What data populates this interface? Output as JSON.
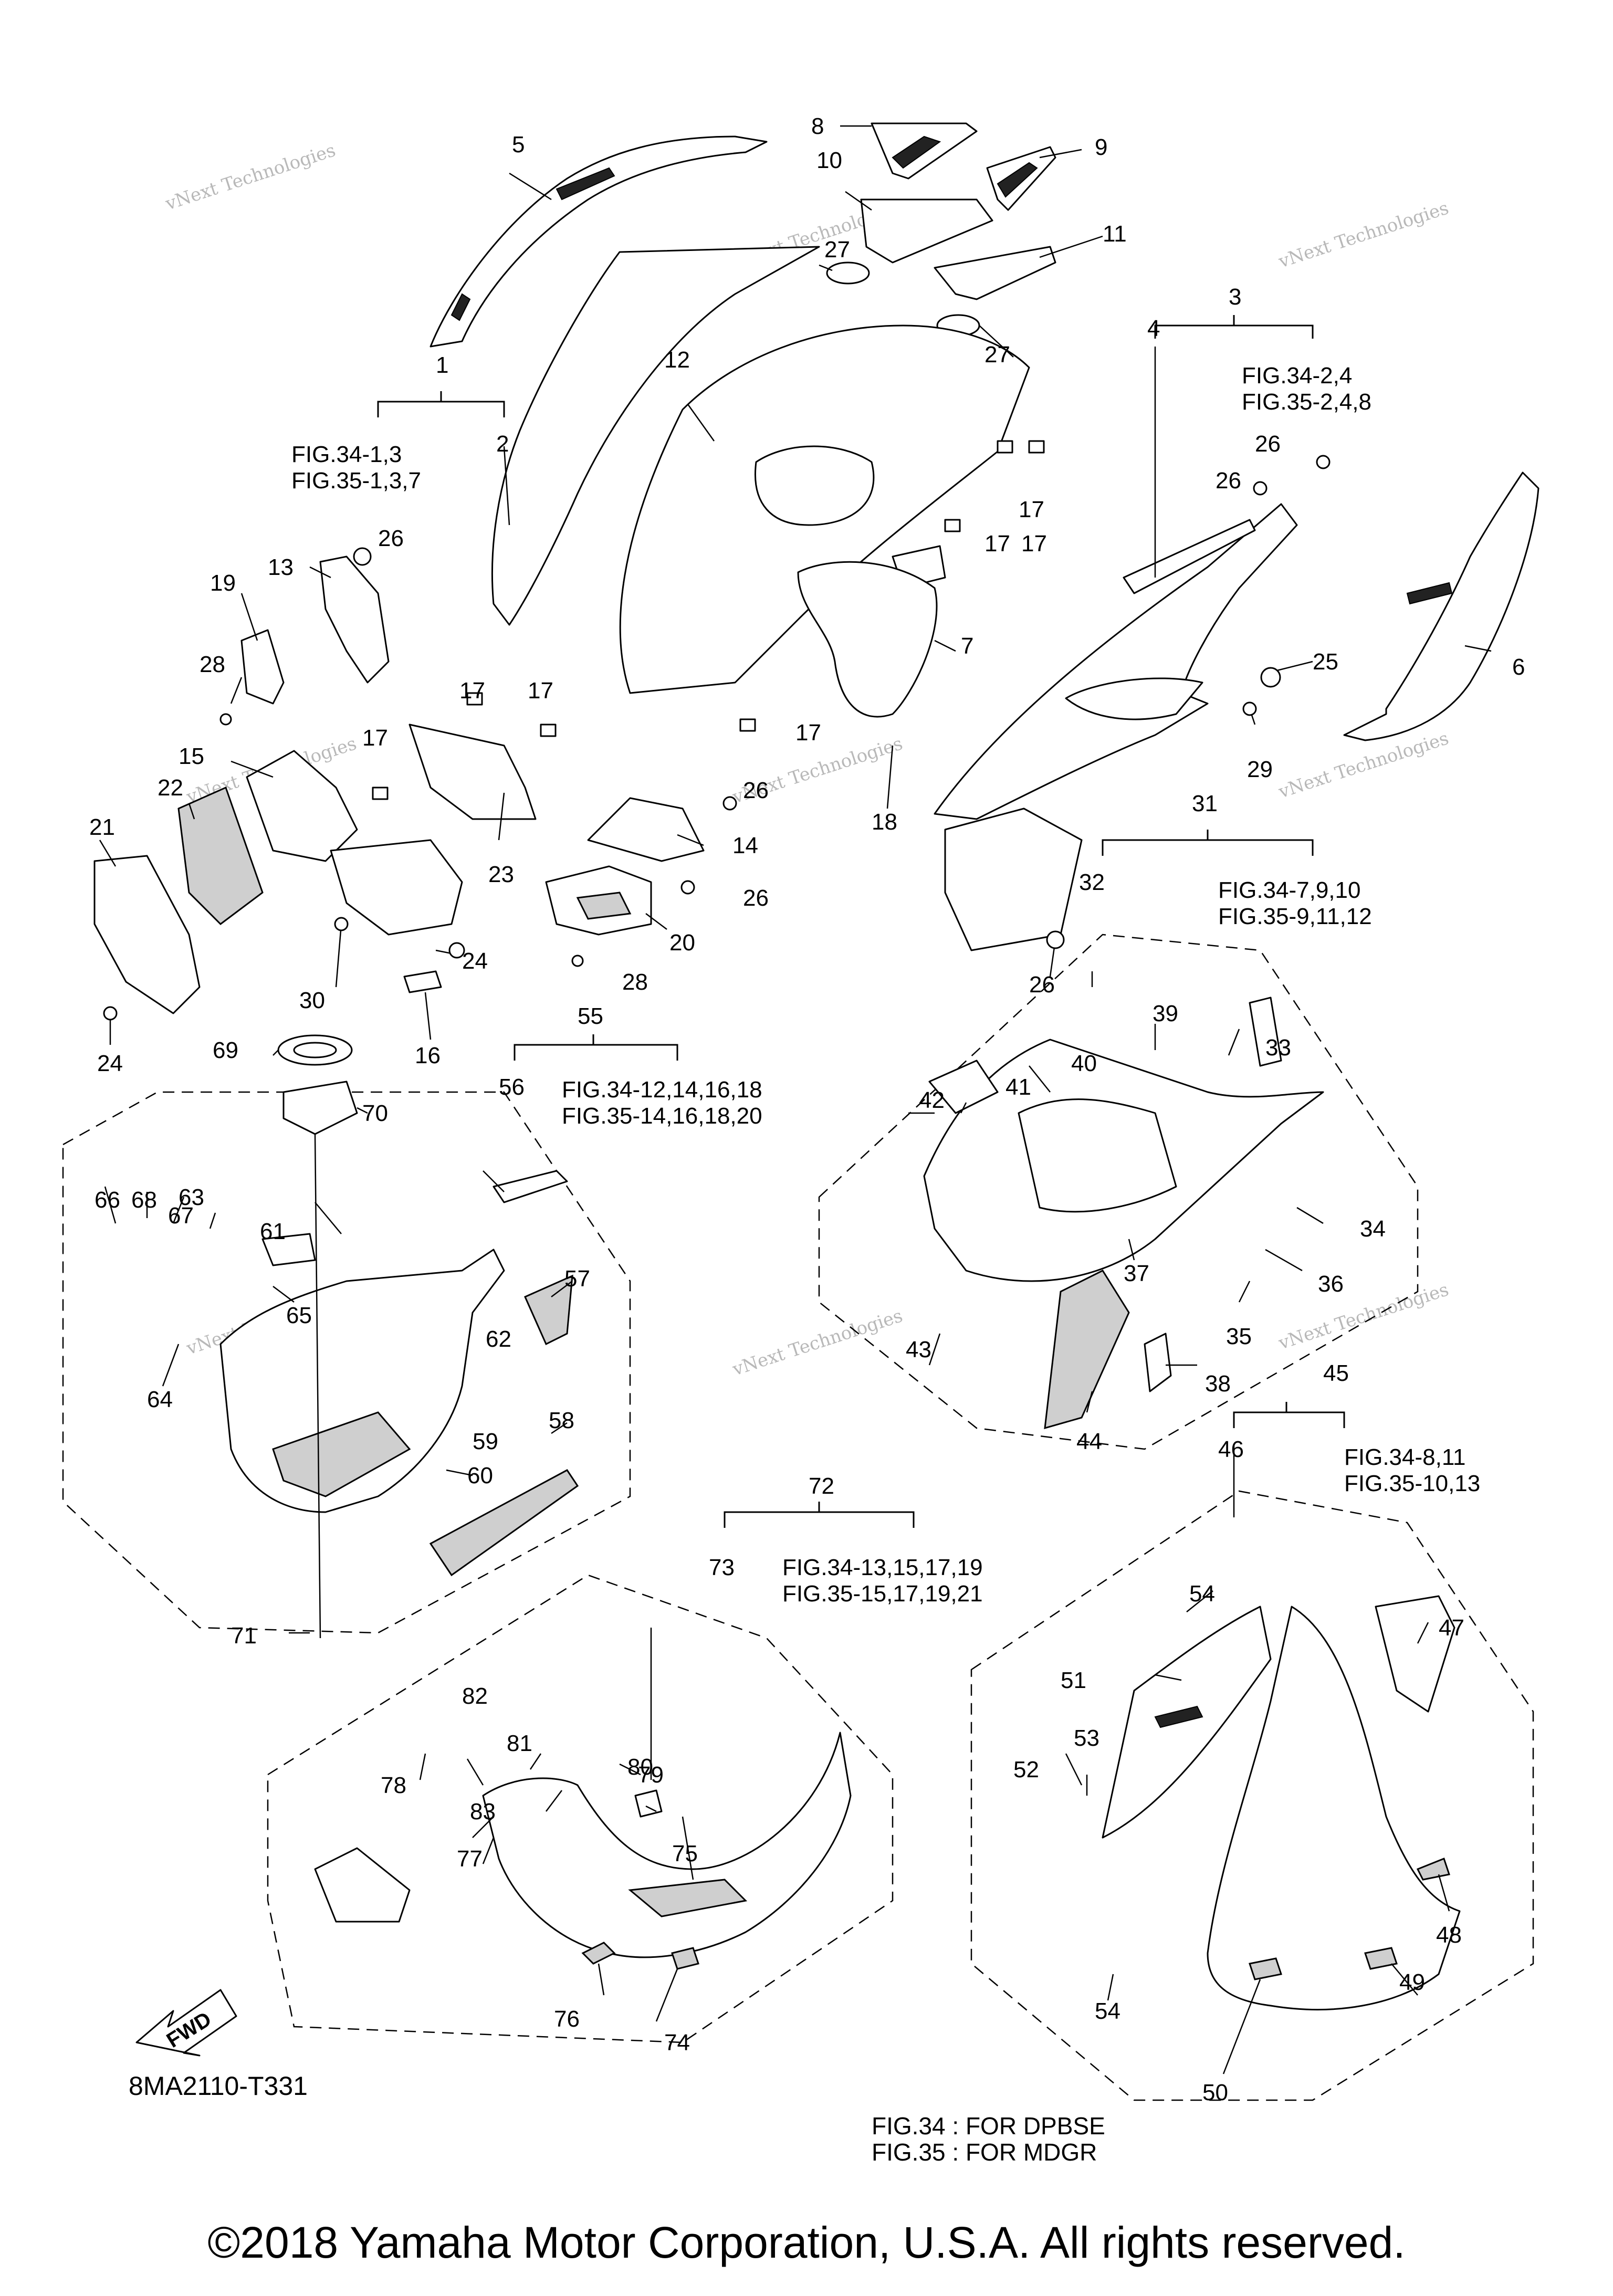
{
  "callouts": [
    "1",
    "2",
    "3",
    "4",
    "5",
    "6",
    "7",
    "8",
    "9",
    "10",
    "11",
    "12",
    "13",
    "14",
    "15",
    "16",
    "17",
    "17",
    "17",
    "17",
    "17",
    "17",
    "17",
    "18",
    "19",
    "20",
    "21",
    "22",
    "23",
    "24",
    "24",
    "25",
    "26",
    "26",
    "26",
    "26",
    "26",
    "26",
    "27",
    "27",
    "28",
    "28",
    "29",
    "30",
    "31",
    "32",
    "33",
    "34",
    "35",
    "36",
    "37",
    "38",
    "39",
    "40",
    "41",
    "42",
    "43",
    "44",
    "45",
    "46",
    "47",
    "48",
    "49",
    "50",
    "51",
    "52",
    "53",
    "54",
    "54",
    "55",
    "56",
    "57",
    "58",
    "59",
    "60",
    "61",
    "62",
    "63",
    "64",
    "65",
    "66",
    "67",
    "68",
    "69",
    "70",
    "71",
    "72",
    "73",
    "74",
    "75",
    "76",
    "77",
    "78",
    "79",
    "80",
    "81",
    "82",
    "83"
  ],
  "fig_refs": {
    "g1_a": "FIG.34-1,3",
    "g1_b": "FIG.35-1,3,7",
    "g3_a": "FIG.34-2,4",
    "g3_b": "FIG.35-2,4,8",
    "g31_a": "FIG.34-7,9,10",
    "g31_b": "FIG.35-9,11,12",
    "g55_a": "FIG.34-12,14,16,18",
    "g55_b": "FIG.35-14,16,18,20",
    "g45_a": "FIG.34-8,11",
    "g45_b": "FIG.35-10,13",
    "g72_a": "FIG.34-13,15,17,19",
    "g72_b": "FIG.35-15,17,19,21"
  },
  "fwd_label": "FWD",
  "diagram_code": "8MA2110-T331",
  "legend": [
    "FIG.34 : FOR DPBSE",
    "FIG.35 : FOR MDGR"
  ],
  "copyright": "©2018 Yamaha Motor Corporation, U.S.A. All rights reserved.",
  "watermark": "vNext Technologies"
}
